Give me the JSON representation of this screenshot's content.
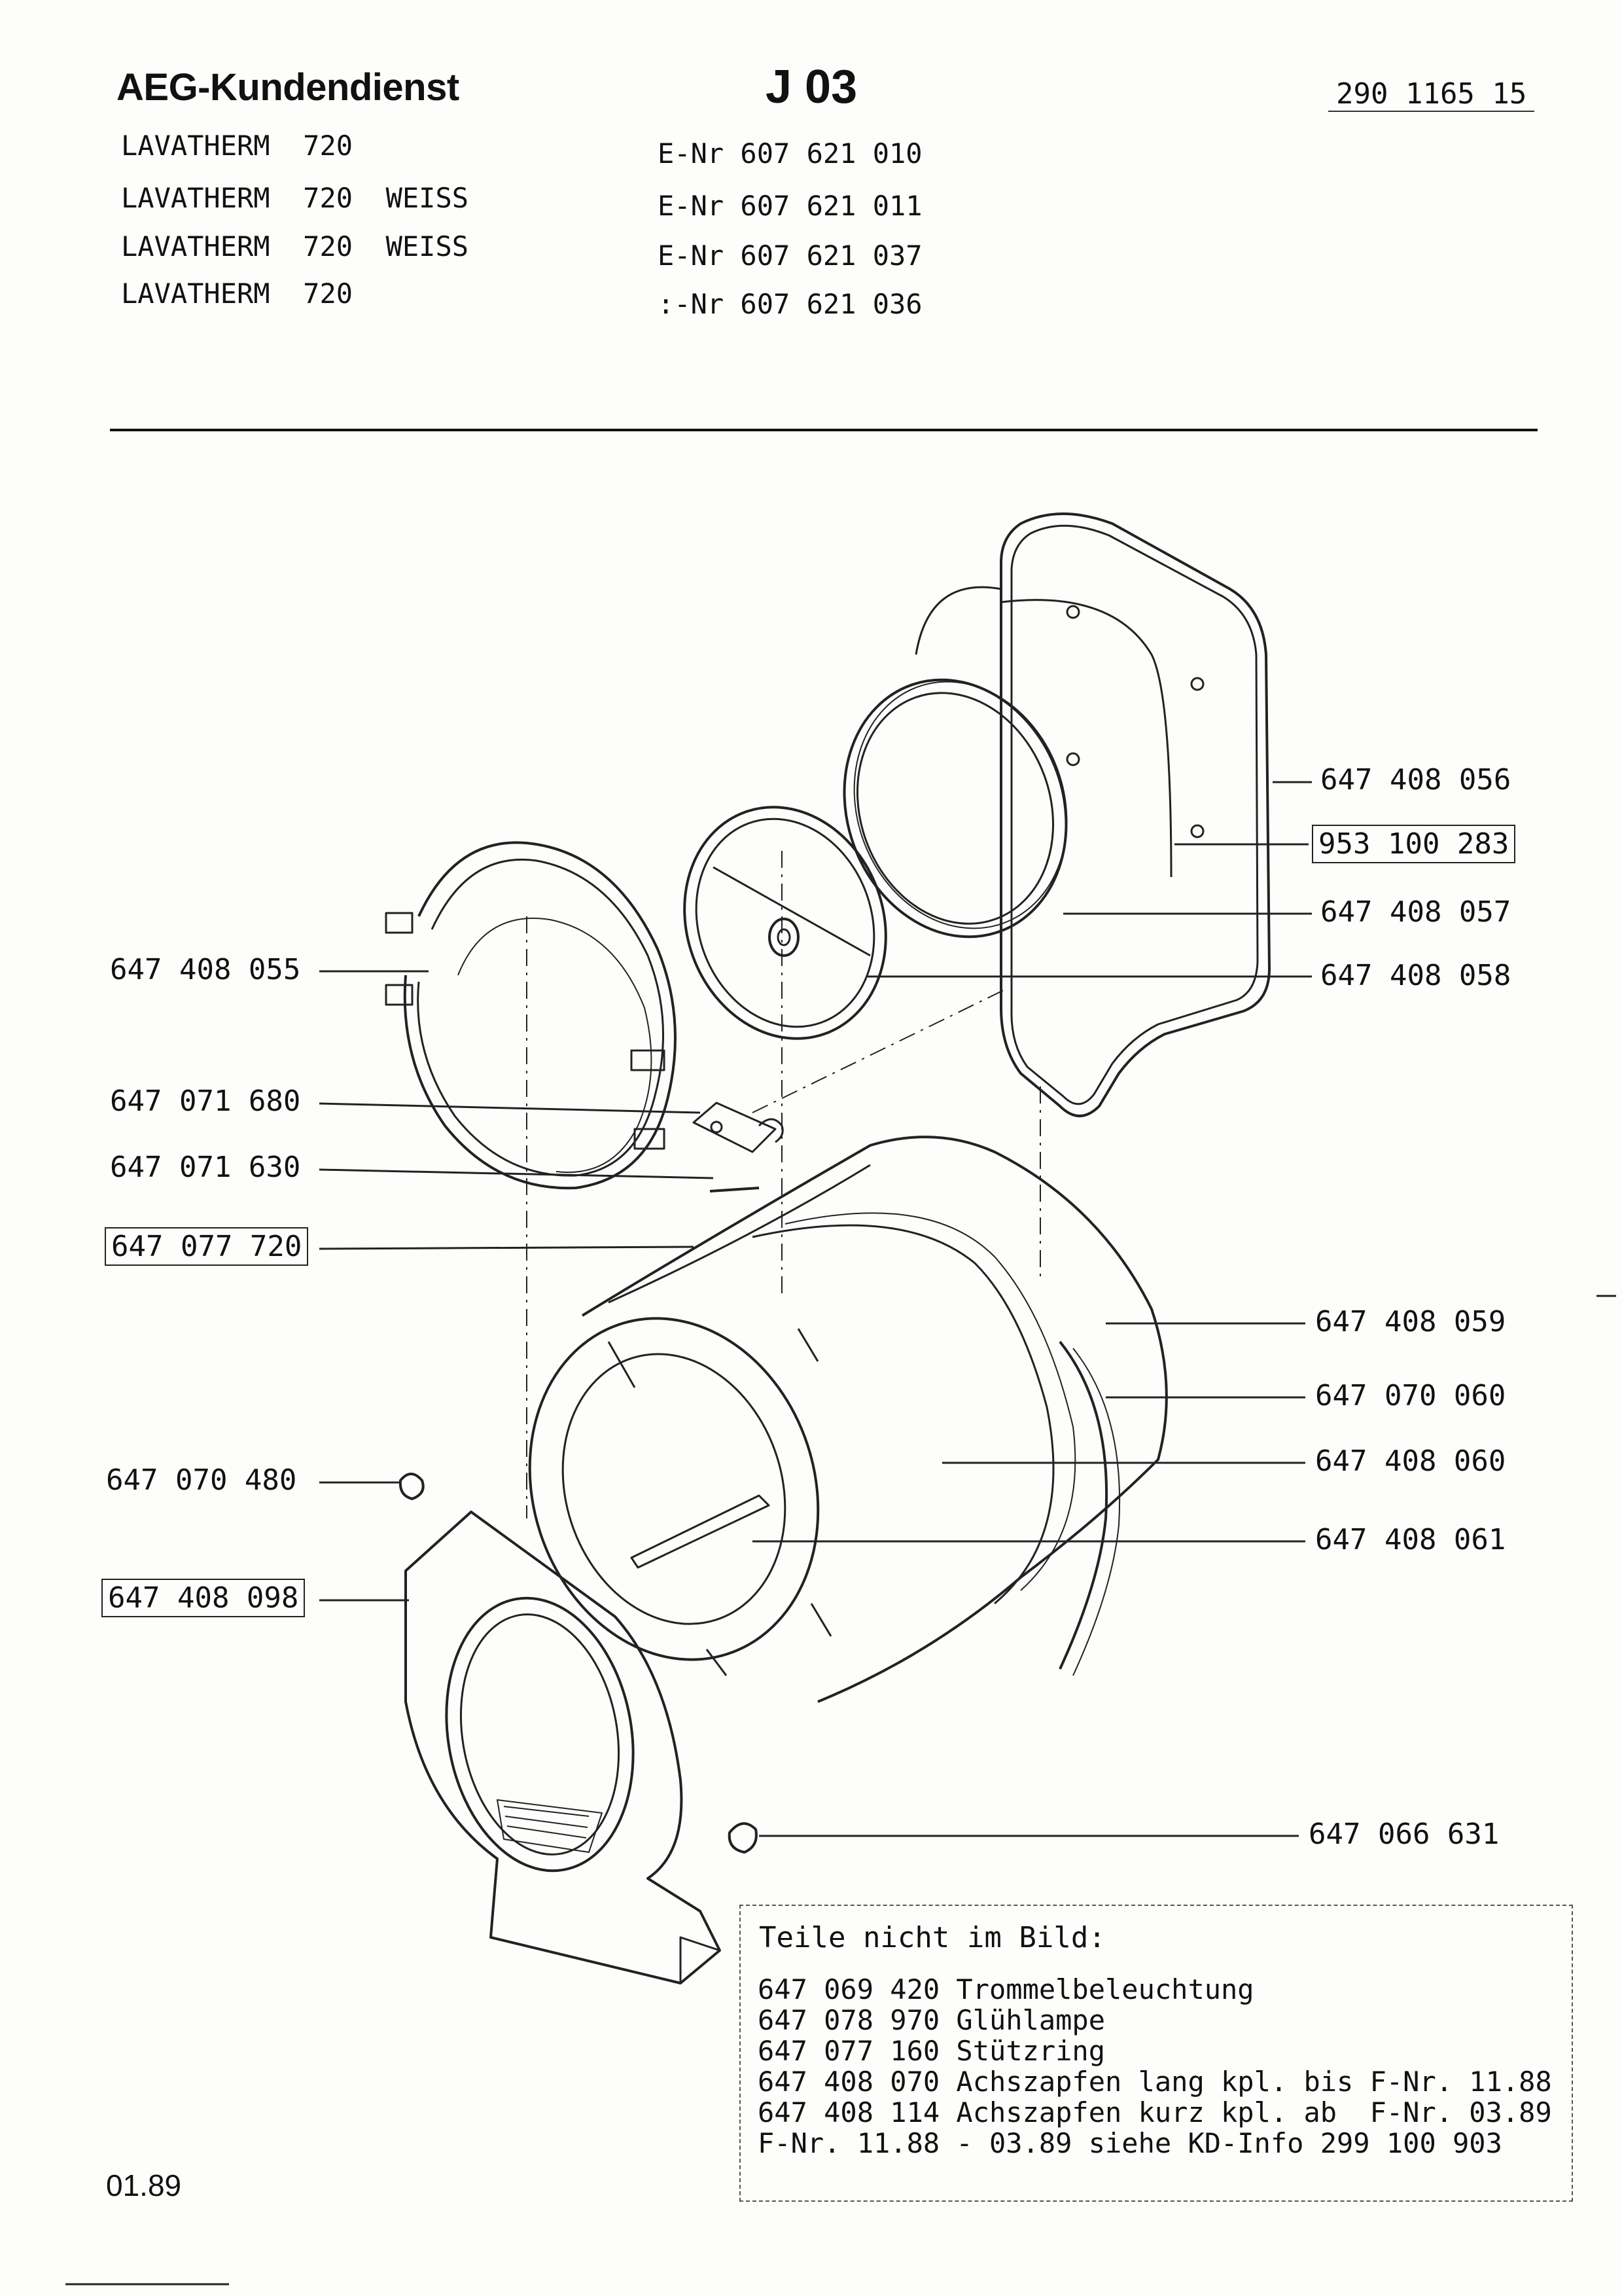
{
  "header": {
    "brand": "AEG-Kundendienst",
    "sheet_code": "J 03",
    "document_number": "290 1165 15"
  },
  "models": [
    {
      "name": "LAVATHERM",
      "number": "720",
      "variant": "",
      "enr": "E-Nr 607 621 010"
    },
    {
      "name": "LAVATHERM",
      "number": "720",
      "variant": "WEISS",
      "enr": "E-Nr 607 621 011"
    },
    {
      "name": "LAVATHERM",
      "number": "720",
      "variant": "WEISS",
      "enr": "E-Nr 607 621 037"
    },
    {
      "name": "LAVATHERM",
      "number": "720",
      "variant": "",
      "enr": ":-Nr 607 621 036"
    }
  ],
  "parts_left": [
    {
      "number": "647 408 055",
      "boxed": false
    },
    {
      "number": "647 071 680",
      "boxed": false
    },
    {
      "number": "647 071 630",
      "boxed": false
    },
    {
      "number": "647 077 720",
      "boxed": true
    },
    {
      "number": "647 070 480",
      "boxed": false
    },
    {
      "number": "647 408 098",
      "boxed": true
    }
  ],
  "parts_right": [
    {
      "number": "647 408 056",
      "boxed": false
    },
    {
      "number": "953 100 283",
      "boxed": true
    },
    {
      "number": "647 408 057",
      "boxed": false
    },
    {
      "number": "647 408 058",
      "boxed": false
    },
    {
      "number": "647 408 059",
      "boxed": false
    },
    {
      "number": "647 070 060",
      "boxed": false
    },
    {
      "number": "647 408 060",
      "boxed": false
    },
    {
      "number": "647 408 061",
      "boxed": false
    },
    {
      "number": "647 066 631",
      "boxed": false
    }
  ],
  "notes": {
    "title": "Teile nicht im Bild:",
    "lines": [
      "647 069 420 Trommelbeleuchtung",
      "647 078 970 Glühlampe",
      "647 077 160 Stützring",
      "647 408 070 Achszapfen lang kpl. bis F-Nr. 11.88",
      "647 408 114 Achszapfen kurz kpl. ab  F-Nr. 03.89",
      "F-Nr. 11.88 - 03.89 siehe KD-Info 299 100 903"
    ]
  },
  "footer": {
    "date": "01.89"
  }
}
